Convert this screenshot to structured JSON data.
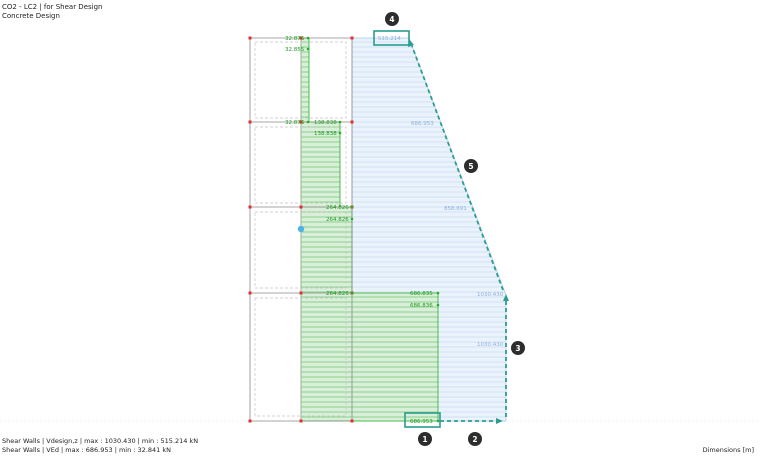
{
  "header": {
    "title": "CO2 - LC2 | for Shear Design",
    "subtitle": "Concrete Design"
  },
  "footer": {
    "line1": "Shear Walls | Vdesign,z | max : 1030.430 | min : 515.214 kN",
    "line2": "Shear Walls | VEd | max : 686.953 | min : 32.841 kN",
    "units": "Dimensions [m]"
  },
  "labels": {
    "green": [
      "32.876",
      "32.855",
      "32.876",
      "138.838",
      "138.838",
      "264.826",
      "264.826",
      "264.826",
      "686.835",
      "686.836",
      "686.953"
    ],
    "blue": [
      "515.214",
      "686.953",
      "858.691",
      "1030.430",
      "1030.430"
    ]
  },
  "callouts": [
    "1",
    "2",
    "3",
    "4",
    "5"
  ],
  "colors": {
    "green": "#22b022",
    "blue_fill": "#eaf2fb",
    "blue_line": "#a9c8ea",
    "teal": "#2a9d8f",
    "red": "#e03030"
  }
}
